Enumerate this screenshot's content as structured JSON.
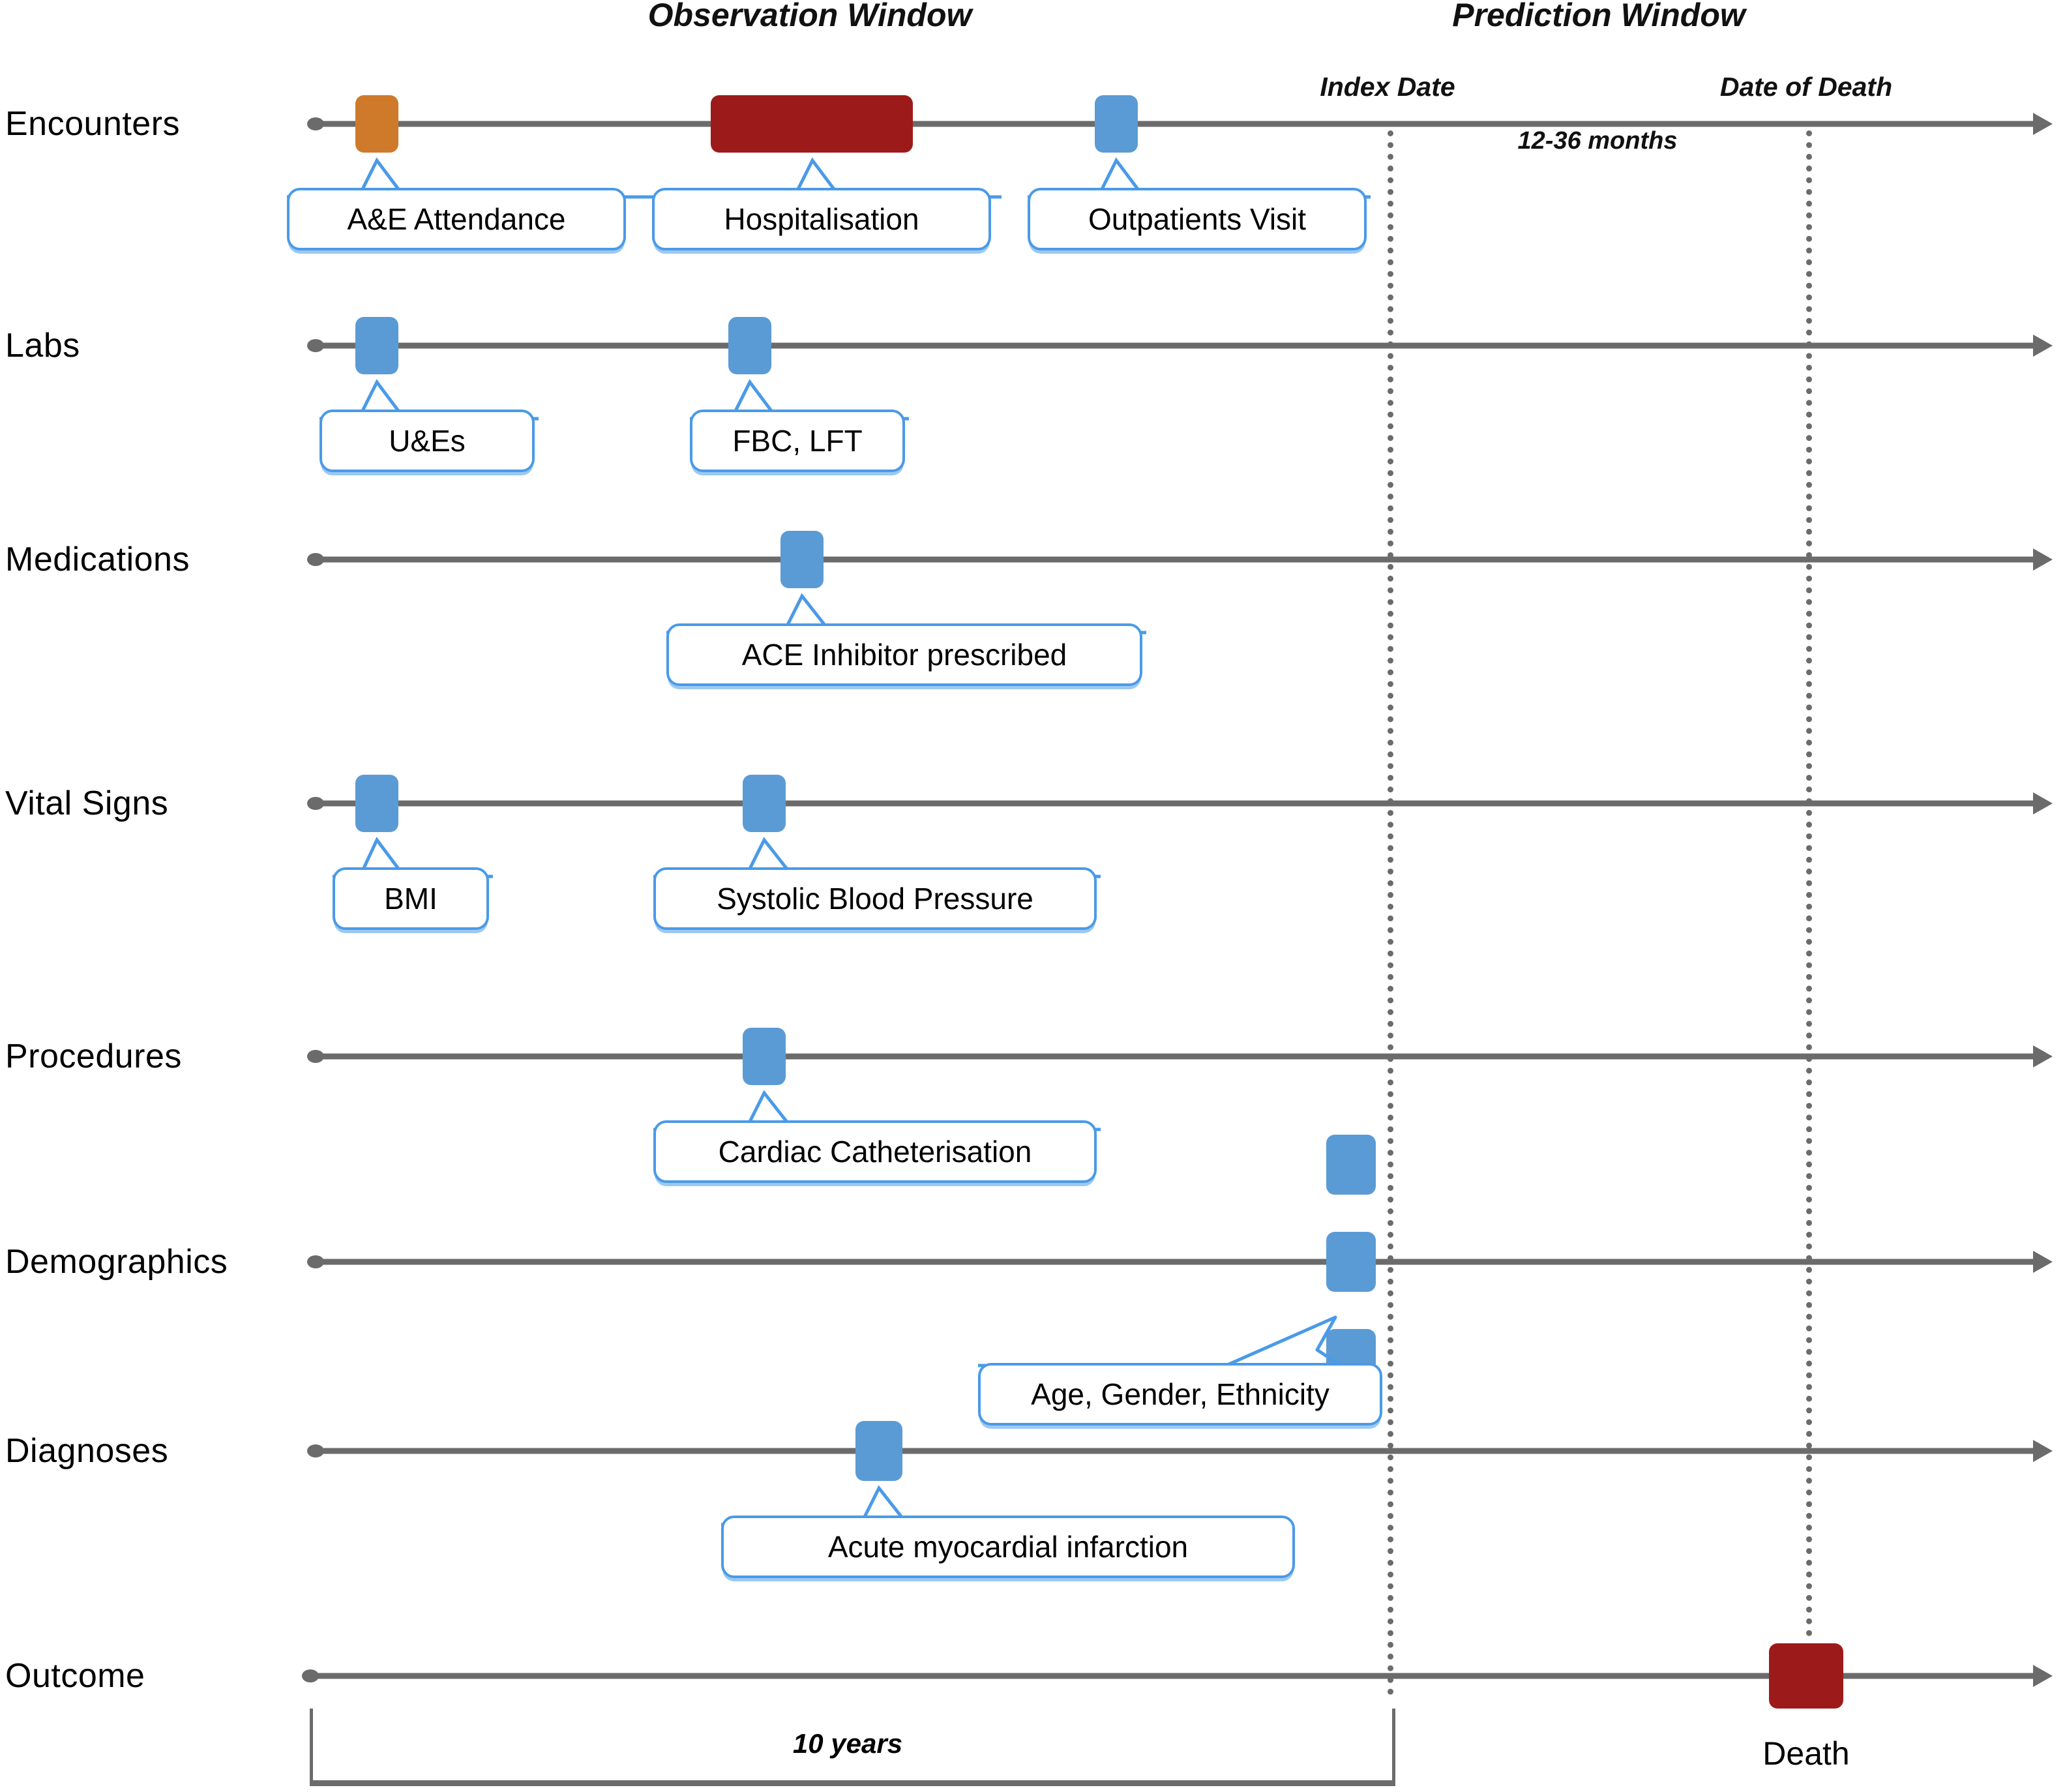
{
  "diagram": {
    "title_observation": "Observation Window",
    "title_prediction": "Prediction Window",
    "index_date_label": "Index Date",
    "date_of_death_label": "Date of Death",
    "prediction_span_label": "12-36 months",
    "observation_span_label": "10 years",
    "death_label": "Death",
    "colors": {
      "blue": "#5b9bd5",
      "orange": "#cf7a2b",
      "dark_red": "#9d1a1a",
      "axis_grey": "#6b6b6b",
      "callout_border": "#4a9ae8"
    }
  },
  "rows": [
    {
      "label": "Encounters",
      "markers": [
        {
          "type": "orange",
          "label": "A&E Attendance"
        },
        {
          "type": "darkred",
          "label": "Hospitalisation"
        },
        {
          "type": "blue",
          "label": "Outpatients Visit"
        }
      ]
    },
    {
      "label": "Labs",
      "markers": [
        {
          "type": "blue",
          "label": "U&Es"
        },
        {
          "type": "blue",
          "label": "FBC, LFT"
        }
      ]
    },
    {
      "label": "Medications",
      "markers": [
        {
          "type": "blue",
          "label": "ACE Inhibitor prescribed"
        }
      ]
    },
    {
      "label": "Vital Signs",
      "markers": [
        {
          "type": "blue",
          "label": "BMI"
        },
        {
          "type": "blue",
          "label": "Systolic Blood Pressure"
        }
      ]
    },
    {
      "label": "Procedures",
      "markers": [
        {
          "type": "blue",
          "label": "Cardiac Catheterisation"
        }
      ]
    },
    {
      "label": "Demographics",
      "markers": [
        {
          "type": "blue",
          "label": "Age, Gender, Ethnicity"
        }
      ]
    },
    {
      "label": "Diagnoses",
      "markers": [
        {
          "type": "blue",
          "label": "Acute myocardial infarction"
        }
      ]
    },
    {
      "label": "Outcome",
      "markers": [
        {
          "type": "darkred",
          "label": "Death"
        }
      ]
    }
  ]
}
